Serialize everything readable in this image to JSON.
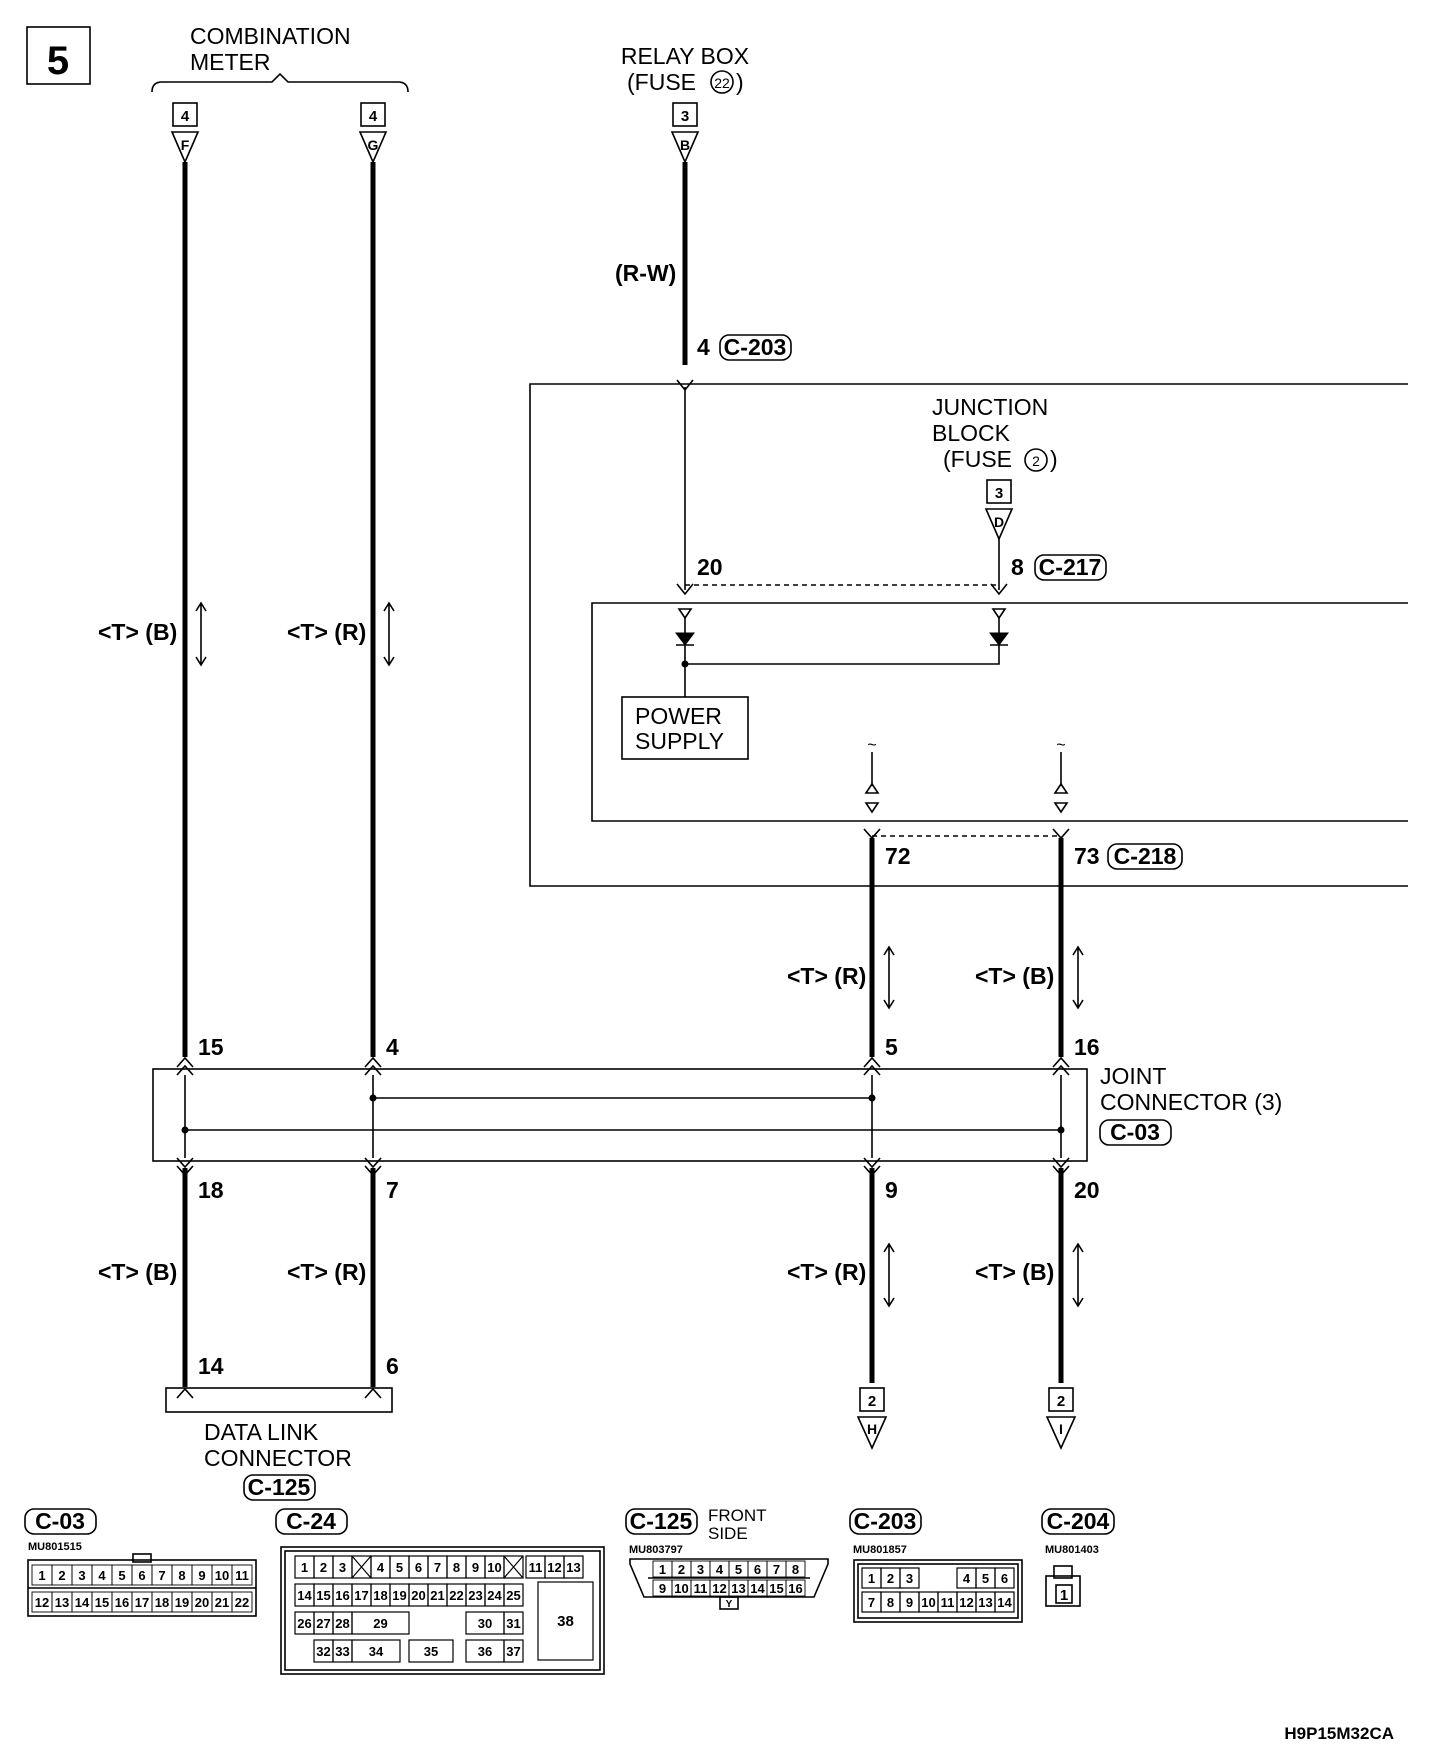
{
  "page_number": "5",
  "drawing_id": "H9P15M32CA",
  "combination_meter": {
    "title_line1": "COMBINATION",
    "title_line2": "METER",
    "left_ref": {
      "sheet": "4",
      "letter": "F"
    },
    "right_ref": {
      "sheet": "4",
      "letter": "G"
    }
  },
  "relay_box": {
    "title": "RELAY BOX",
    "fuse_text": "(FUSE",
    "fuse_no": "22",
    "ref": {
      "sheet": "3",
      "letter": "B"
    },
    "wire_color": "(R-W)",
    "pin": "4",
    "connector": "C-203"
  },
  "junction_block": {
    "title_line1": "JUNCTION",
    "title_line2": "BLOCK",
    "fuse_text": "(FUSE",
    "fuse_no": "2",
    "ref": {
      "sheet": "3",
      "letter": "D"
    },
    "pin_left": "20",
    "pin_right": "8",
    "connector_top": "C-217",
    "power_supply_line1": "POWER",
    "power_supply_line2": "SUPPLY",
    "pin_out_left": "72",
    "pin_out_right": "73",
    "connector_bottom": "C-218"
  },
  "wire_labels": {
    "col1_upper": "<T> (B)",
    "col2_upper": "<T> (R)",
    "col3_upper": "<T> (R)",
    "col4_upper": "<T> (B)",
    "col1_lower": "<T> (B)",
    "col2_lower": "<T> (R)",
    "col3_lower": "<T> (R)",
    "col4_lower": "<T> (B)"
  },
  "joint_connector": {
    "title_line1": "JOINT",
    "title_line2": "CONNECTOR (3)",
    "connector": "C-03",
    "top_pins": [
      "15",
      "4",
      "5",
      "16"
    ],
    "bottom_pins": [
      "18",
      "7",
      "9",
      "20"
    ]
  },
  "data_link_connector": {
    "title_line1": "DATA LINK",
    "title_line2": "CONNECTOR",
    "connector": "C-125",
    "pins": [
      "14",
      "6"
    ]
  },
  "outputs": [
    {
      "sheet": "2",
      "letter": "H"
    },
    {
      "sheet": "2",
      "letter": "I"
    }
  ],
  "connector_views": [
    {
      "id": "C-03",
      "part": "MU801515",
      "rows": [
        [
          "1",
          "2",
          "3",
          "4",
          "5",
          "6",
          "7",
          "8",
          "9",
          "10",
          "11"
        ],
        [
          "12",
          "13",
          "14",
          "15",
          "16",
          "17",
          "18",
          "19",
          "20",
          "21",
          "22"
        ]
      ]
    },
    {
      "id": "C-24",
      "part": "",
      "rows": [
        [
          "1",
          "2",
          "3",
          "",
          "4",
          "5",
          "6",
          "7",
          "8",
          "9",
          "10",
          "",
          "11",
          "12",
          "13"
        ],
        [
          "14",
          "15",
          "16",
          "17",
          "18",
          "19",
          "20",
          "21",
          "22",
          "23",
          "24",
          "25"
        ],
        [
          "26",
          "27",
          "28",
          "29",
          "30",
          "31",
          "38"
        ],
        [
          "32",
          "33",
          "34",
          "35",
          "36",
          "37"
        ]
      ]
    },
    {
      "id": "C-125",
      "part": "MU803797",
      "side_line1": "FRONT",
      "side_line2": "SIDE",
      "key": "Y",
      "rows": [
        [
          "1",
          "2",
          "3",
          "4",
          "5",
          "6",
          "7",
          "8"
        ],
        [
          "9",
          "10",
          "11",
          "12",
          "13",
          "14",
          "15",
          "16"
        ]
      ]
    },
    {
      "id": "C-203",
      "part": "MU801857",
      "rows": [
        [
          "1",
          "2",
          "3",
          "",
          "4",
          "5",
          "6"
        ],
        [
          "7",
          "8",
          "9",
          "10",
          "11",
          "12",
          "13",
          "14"
        ]
      ]
    },
    {
      "id": "C-204",
      "part": "MU801403",
      "rows": [
        [
          "1"
        ]
      ]
    }
  ]
}
